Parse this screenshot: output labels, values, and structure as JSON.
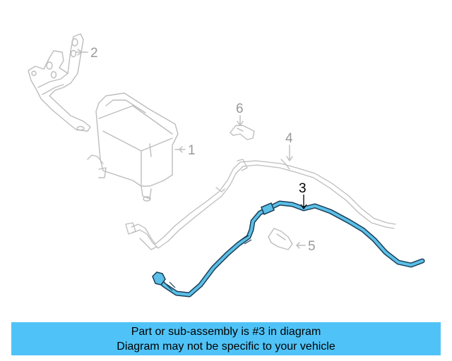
{
  "callouts": {
    "c1": "1",
    "c2": "2",
    "c3": "3",
    "c4": "4",
    "c5": "5",
    "c6": "6"
  },
  "banner": {
    "line1": "Part or sub-assembly is #3 in diagram",
    "line2": "Diagram may not be specific to your vehicle"
  },
  "colors": {
    "highlight": "#5bbfe8",
    "highlight_outline": "#1a3f57",
    "faded_part": "#bdbdbd",
    "banner_background": "#4fc3f7"
  }
}
